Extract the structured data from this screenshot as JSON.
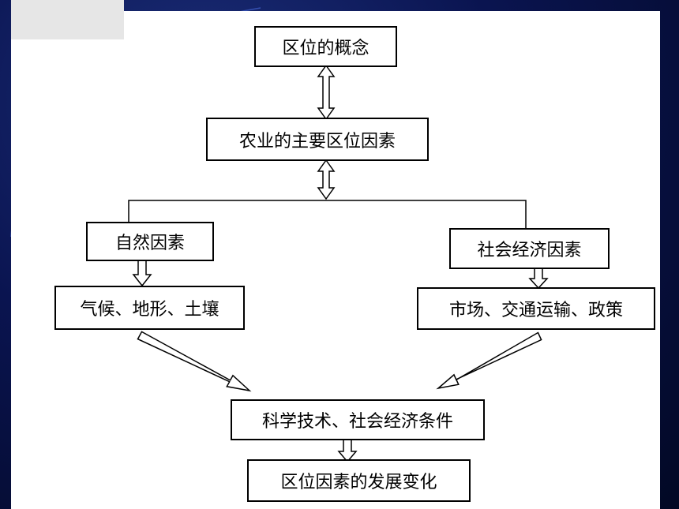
{
  "diagram": {
    "nodes": {
      "concept": "区位的概念",
      "main_factors": "农业的主要区位因素",
      "natural": "自然因素",
      "social": "社会经济因素",
      "natural_items": "气候、地形、土壤",
      "social_items": "市场、交通运输、政策",
      "tech": "科学技术、社会经济条件",
      "change": "区位因素的发展变化"
    }
  },
  "colors": {
    "background": "#0a1450",
    "slide": "#ffffff",
    "line": "#000000"
  }
}
